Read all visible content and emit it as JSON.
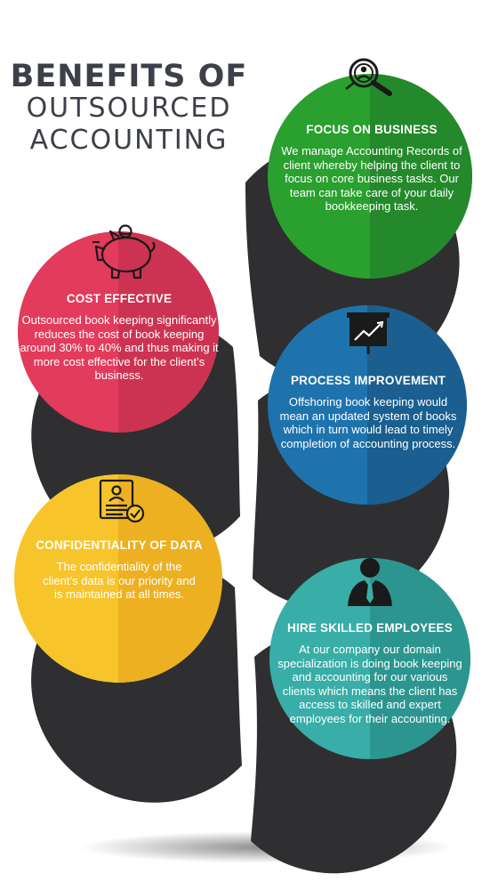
{
  "title": {
    "line1": "BENEFITS OF",
    "line2": "OUTSOURCED",
    "line3": "ACCOUNTING"
  },
  "benefits": [
    {
      "heading": "FOCUS ON BUSINESS",
      "text": "We manage Accounting Records of client whereby helping the client to focus on core business tasks.  Our team can take care of your daily bookkeeping task.",
      "icon": "magnifier-person-icon",
      "color": "#2a9a2e"
    },
    {
      "heading": "COST EFFECTIVE",
      "text": "Outsourced book keeping significantly reduces the cost of book keeping around 30% to 40% and thus making it more cost effective for the client’s business.",
      "icon": "piggy-bank-icon",
      "color": "#e03a5a"
    },
    {
      "heading": "PROCESS IMPROVEMENT",
      "text": "Offshoring book keeping would mean an updated system of books which in turn would lead to timely completion of accounting process.",
      "icon": "presentation-chart-icon",
      "color": "#1e6fa7"
    },
    {
      "heading": "CONFIDENTIALITY OF DATA",
      "text": "The confidentiality of the client’s data is our priority and is maintained at all times.",
      "icon": "certificate-badge-icon",
      "color": "#f6c12a"
    },
    {
      "heading": "HIRE SKILLED EMPLOYEES",
      "text": "At our company our domain specialization is doing book keeping and accounting for our various clients which means the client has access to skilled and expert employees for their accounting.",
      "icon": "employee-icon",
      "color": "#36aaa5"
    }
  ]
}
